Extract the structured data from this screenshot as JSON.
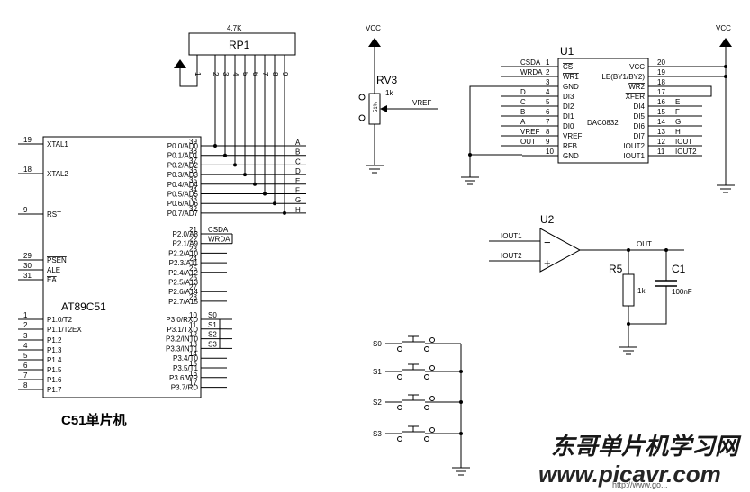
{
  "mcu": {
    "title": "AT89C51",
    "caption": "C51单片机",
    "left_pins": [
      {
        "num": "19",
        "name": "XTAL1"
      },
      {
        "num": "18",
        "name": "XTAL2"
      },
      {
        "num": "9",
        "name": "RST"
      },
      {
        "num": "29",
        "name": "PSEN"
      },
      {
        "num": "30",
        "name": "ALE"
      },
      {
        "num": "31",
        "name": "EA"
      },
      {
        "num": "1",
        "name": "P1.0/T2"
      },
      {
        "num": "2",
        "name": "P1.1/T2EX"
      },
      {
        "num": "3",
        "name": "P1.2"
      },
      {
        "num": "4",
        "name": "P1.3"
      },
      {
        "num": "5",
        "name": "P1.4"
      },
      {
        "num": "6",
        "name": "P1.5"
      },
      {
        "num": "7",
        "name": "P1.6"
      },
      {
        "num": "8",
        "name": "P1.7"
      }
    ],
    "right_pins": [
      {
        "num": "39",
        "name": "P0.0/AD0",
        "net": "A"
      },
      {
        "num": "38",
        "name": "P0.1/AD1",
        "net": "B"
      },
      {
        "num": "37",
        "name": "P0.2/AD2",
        "net": "C"
      },
      {
        "num": "36",
        "name": "P0.3/AD3",
        "net": "D"
      },
      {
        "num": "35",
        "name": "P0.4/AD4",
        "net": "E"
      },
      {
        "num": "34",
        "name": "P0.5/AD5",
        "net": "F"
      },
      {
        "num": "33",
        "name": "P0.6/AD6",
        "net": "G"
      },
      {
        "num": "32",
        "name": "P0.7/AD7",
        "net": "H"
      },
      {
        "num": "21",
        "name": "P2.0/A8",
        "net": "CSDA"
      },
      {
        "num": "22",
        "name": "P2.1/A9",
        "net": "WRDA"
      },
      {
        "num": "23",
        "name": "P2.2/A10",
        "net": ""
      },
      {
        "num": "24",
        "name": "P2.3/A11",
        "net": ""
      },
      {
        "num": "25",
        "name": "P2.4/A12",
        "net": ""
      },
      {
        "num": "26",
        "name": "P2.5/A13",
        "net": ""
      },
      {
        "num": "27",
        "name": "P2.6/A14",
        "net": ""
      },
      {
        "num": "28",
        "name": "P2.7/A15",
        "net": ""
      },
      {
        "num": "10",
        "name": "P3.0/RXD",
        "net": "S0"
      },
      {
        "num": "11",
        "name": "P3.1/TXD",
        "net": "S1"
      },
      {
        "num": "12",
        "name": "P3.2/INT0",
        "net": "S2"
      },
      {
        "num": "13",
        "name": "P3.3/INT1",
        "net": "S3"
      },
      {
        "num": "14",
        "name": "P3.4/T0",
        "net": ""
      },
      {
        "num": "15",
        "name": "P3.5/T1",
        "net": ""
      },
      {
        "num": "16",
        "name": "P3.6/WR",
        "net": ""
      },
      {
        "num": "17",
        "name": "P3.7/RD",
        "net": ""
      }
    ]
  },
  "rp1": {
    "ref": "RP1",
    "value": "4.7K",
    "pins": [
      "1",
      "2",
      "3",
      "4",
      "5",
      "6",
      "7",
      "8",
      "9"
    ]
  },
  "rv3": {
    "ref": "RV3",
    "value": "1k",
    "percent": "51%",
    "net_out": "VREF"
  },
  "vcc": [
    "VCC",
    "VCC"
  ],
  "dac": {
    "ref": "U1",
    "part": "DAC0832",
    "left_pins": [
      {
        "num": "1",
        "name": "CS",
        "net": "CSDA"
      },
      {
        "num": "2",
        "name": "WR1",
        "net": "WRDA"
      },
      {
        "num": "3",
        "name": "GND",
        "net": ""
      },
      {
        "num": "4",
        "name": "DI3",
        "net": "D"
      },
      {
        "num": "5",
        "name": "DI2",
        "net": "C"
      },
      {
        "num": "6",
        "name": "DI1",
        "net": "B"
      },
      {
        "num": "7",
        "name": "DI0",
        "net": "A"
      },
      {
        "num": "8",
        "name": "VREF",
        "net": "VREF"
      },
      {
        "num": "9",
        "name": "RFB",
        "net": "OUT"
      },
      {
        "num": "10",
        "name": "GND",
        "net": ""
      }
    ],
    "right_pins": [
      {
        "num": "20",
        "name": "VCC",
        "net": ""
      },
      {
        "num": "19",
        "name": "ILE(BY1/BY2)",
        "net": ""
      },
      {
        "num": "18",
        "name": "WR2",
        "net": ""
      },
      {
        "num": "17",
        "name": "XFER",
        "net": ""
      },
      {
        "num": "16",
        "name": "DI4",
        "net": "E"
      },
      {
        "num": "15",
        "name": "DI5",
        "net": "F"
      },
      {
        "num": "14",
        "name": "DI6",
        "net": "G"
      },
      {
        "num": "13",
        "name": "DI7",
        "net": "H"
      },
      {
        "num": "12",
        "name": "IOUT2",
        "net": "IOUT"
      },
      {
        "num": "11",
        "name": "IOUT1",
        "net": "IOUT2"
      }
    ]
  },
  "opamp": {
    "ref": "U2",
    "in_minus": "IOUT1",
    "in_plus": "IOUT2",
    "out": "OUT"
  },
  "r5": {
    "ref": "R5",
    "value": "1k"
  },
  "c1": {
    "ref": "C1",
    "value": "100nF"
  },
  "switches": [
    {
      "label": "S0"
    },
    {
      "label": "S1"
    },
    {
      "label": "S2"
    },
    {
      "label": "S3"
    }
  ],
  "watermark": {
    "line1": "东哥单片机学习网",
    "line2": "www.picavr.com",
    "small": "http://www.go..."
  }
}
